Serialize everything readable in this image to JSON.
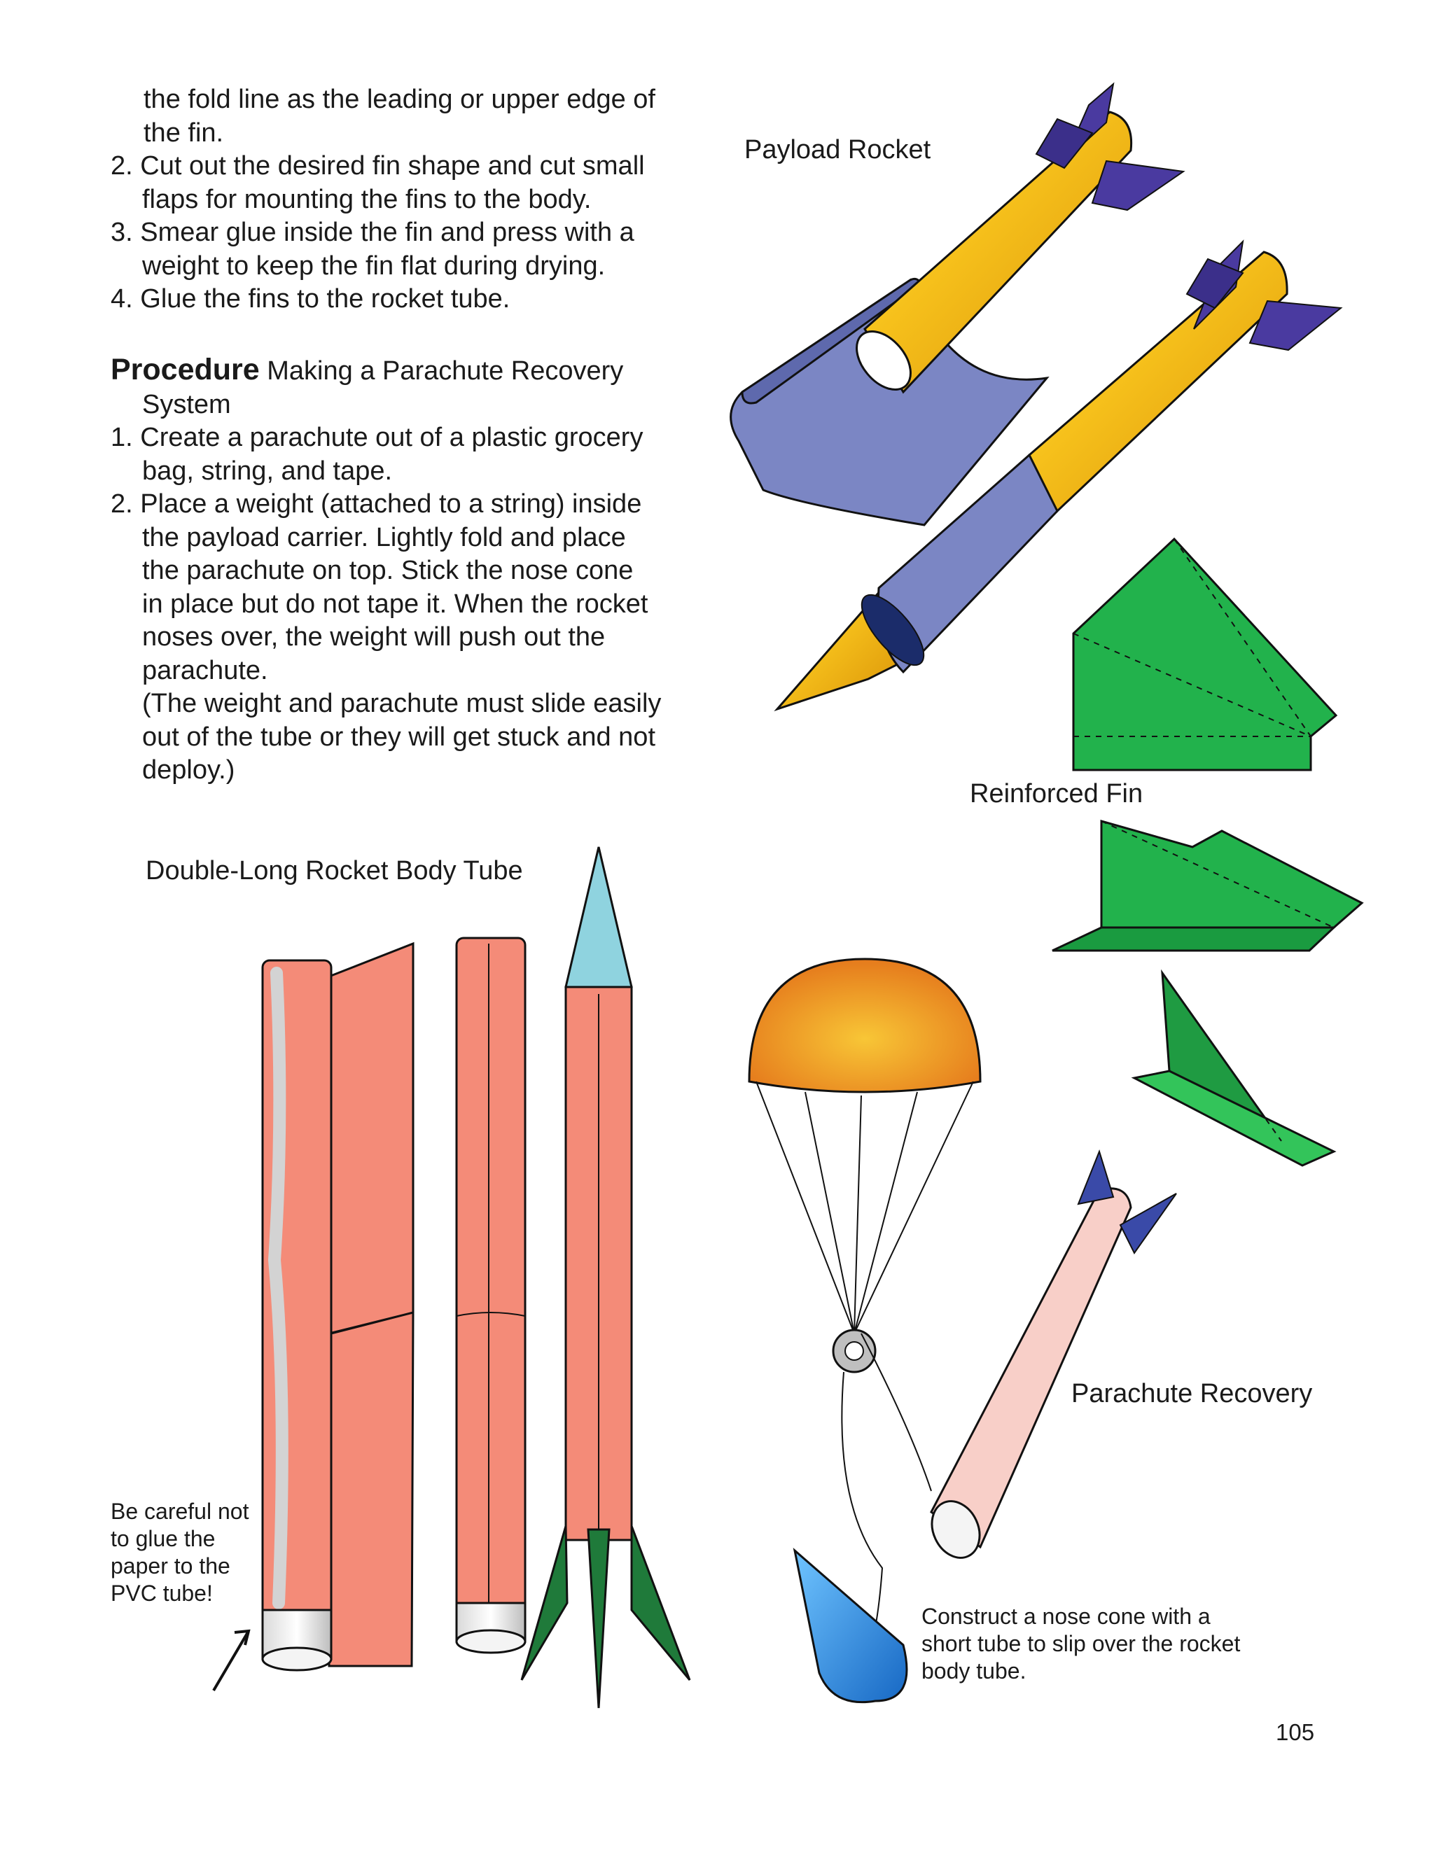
{
  "instructions": {
    "top_lines": [
      "the fold line as the leading or upper edge of",
      "the fin."
    ],
    "steps": [
      {
        "num": "2.",
        "lines": [
          "Cut out the desired fin shape and cut small",
          "flaps for mounting the fins to the body."
        ]
      },
      {
        "num": "3.",
        "lines": [
          "Smear glue inside the fin and press with a",
          "weight to keep the fin flat during drying."
        ]
      },
      {
        "num": "4.",
        "lines": [
          "Glue the fins to the rocket tube."
        ]
      }
    ]
  },
  "procedure": {
    "heading_bold": "Procedure",
    "heading_rest": "Making a Parachute Recovery",
    "heading_cont": "System",
    "steps": [
      {
        "num": "1.",
        "lines": [
          "Create a parachute out of a plastic grocery",
          "bag, string, and tape."
        ]
      },
      {
        "num": "2.",
        "lines": [
          "Place a weight (attached to a string) inside",
          "the payload carrier. Lightly fold and place",
          "the parachute on top.  Stick the nose cone",
          "in place but do not tape it.  When the rocket",
          "noses over, the weight will push out the",
          "parachute."
        ]
      }
    ],
    "note_lines": [
      "(The weight and parachute must slide easily",
      "out of the tube or they will get stuck and not",
      "deploy.)"
    ]
  },
  "labels": {
    "payload_rocket": "Payload Rocket",
    "reinforced_fin": "Reinforced Fin",
    "double_long": "Double-Long Rocket Body Tube",
    "parachute_recovery": "Parachute Recovery",
    "careful_lines": [
      "Be careful not",
      "to glue the",
      "paper to the",
      "PVC tube!"
    ],
    "nose_cone_lines": [
      "Construct a nose cone with a",
      "short tube to slip over the rocket",
      "body tube."
    ]
  },
  "page_number": "105",
  "colors": {
    "rocket_yellow": "#f5c01a",
    "fin_purple": "#4a3aa0",
    "sheet_blue": "#7b86c4",
    "fin_green": "#22b24c",
    "tube_salmon": "#f48b78",
    "cone_cyan": "#8fd3df",
    "dark_green": "#1f7a3a",
    "chute_orange": "#f0962a",
    "nose_blue": "#2a8de0",
    "body_pink": "#f8cfc8"
  }
}
